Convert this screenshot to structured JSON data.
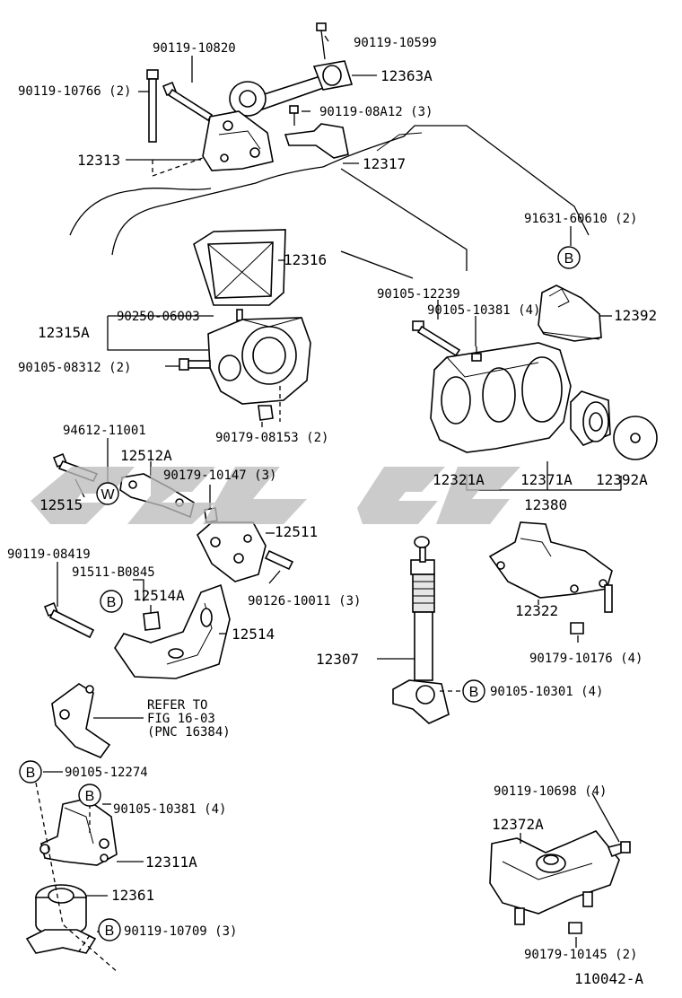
{
  "labels": [
    {
      "id": "l1",
      "text": "90119-10820"
    },
    {
      "id": "l2",
      "text": "90119-10599"
    },
    {
      "id": "l3",
      "text": "12363A"
    },
    {
      "id": "l4",
      "text": "90119-10766 (2)"
    },
    {
      "id": "l5",
      "text": "90119-08A12 (3)"
    },
    {
      "id": "l6",
      "text": "12313"
    },
    {
      "id": "l7",
      "text": "12317"
    },
    {
      "id": "l8",
      "text": "91631-60610 (2)"
    },
    {
      "id": "l9",
      "text": "12316"
    },
    {
      "id": "l10",
      "text": "90105-12239"
    },
    {
      "id": "l11",
      "text": "90105-10381 (4)"
    },
    {
      "id": "l12",
      "text": "12392"
    },
    {
      "id": "l13",
      "text": "90250-06003"
    },
    {
      "id": "l14",
      "text": "12315A"
    },
    {
      "id": "l15",
      "text": "90105-08312 (2)"
    },
    {
      "id": "l16",
      "text": "90179-08153 (2)"
    },
    {
      "id": "l17",
      "text": "94612-11001"
    },
    {
      "id": "l18",
      "text": "12512A"
    },
    {
      "id": "l19",
      "text": "90179-10147 (3)"
    },
    {
      "id": "l20",
      "text": "12515"
    },
    {
      "id": "l21",
      "text": "12321A"
    },
    {
      "id": "l22",
      "text": "12371A"
    },
    {
      "id": "l23",
      "text": "12392A"
    },
    {
      "id": "l24",
      "text": "12380"
    },
    {
      "id": "l25",
      "text": "12511"
    },
    {
      "id": "l26",
      "text": "90119-08419"
    },
    {
      "id": "l27",
      "text": "91511-B0845"
    },
    {
      "id": "l28",
      "text": "12514A"
    },
    {
      "id": "l29",
      "text": "90126-10011 (3)"
    },
    {
      "id": "l30",
      "text": "12322"
    },
    {
      "id": "l31",
      "text": "12514"
    },
    {
      "id": "l32",
      "text": "90179-10176 (4)"
    },
    {
      "id": "l33",
      "text": "12307"
    },
    {
      "id": "l34",
      "text": "90105-10301 (4)"
    },
    {
      "id": "l35",
      "text": "REFER TO"
    },
    {
      "id": "l36",
      "text": "FIG 16-03"
    },
    {
      "id": "l37",
      "text": "(PNC 16384)"
    },
    {
      "id": "l38",
      "text": "90105-12274"
    },
    {
      "id": "l39",
      "text": "90119-10698 (4)"
    },
    {
      "id": "l40",
      "text": "90105-10381 (4)"
    },
    {
      "id": "l41",
      "text": "12372A"
    },
    {
      "id": "l42",
      "text": "12311A"
    },
    {
      "id": "l43",
      "text": "12361"
    },
    {
      "id": "l44",
      "text": "90119-10709 (3)"
    },
    {
      "id": "l45",
      "text": "90179-10145 (2)"
    },
    {
      "id": "l46",
      "text": "110042-A"
    }
  ],
  "badges": [
    {
      "id": "b1",
      "text": "B"
    },
    {
      "id": "b2",
      "text": "W"
    },
    {
      "id": "b3",
      "text": "B"
    },
    {
      "id": "b4",
      "text": "B"
    },
    {
      "id": "b5",
      "text": "B"
    },
    {
      "id": "b6",
      "text": "B"
    },
    {
      "id": "b7",
      "text": "B"
    }
  ],
  "watermark": {
    "color": "#bdbdbd"
  }
}
